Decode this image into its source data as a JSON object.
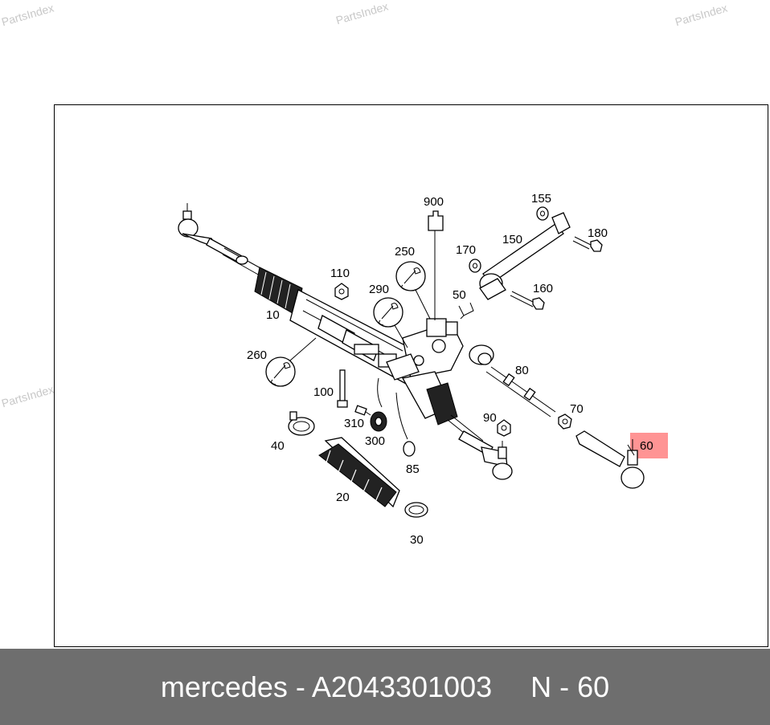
{
  "watermark": "PartsIndex",
  "callouts": {
    "c10": "10",
    "c20": "20",
    "c30": "30",
    "c40": "40",
    "c50": "50",
    "c60": "60",
    "c70": "70",
    "c80": "80",
    "c85": "85",
    "c90": "90",
    "c100": "100",
    "c110": "110",
    "c150": "150",
    "c155": "155",
    "c160": "160",
    "c170": "170",
    "c180": "180",
    "c250": "250",
    "c260": "260",
    "c290": "290",
    "c300": "300",
    "c310": "310",
    "c900": "900"
  },
  "highlighted_callout": "60",
  "highlight_color": "#ff3c3c",
  "footer": {
    "brand_part": "mercedes - A2043301003",
    "position": "N - 60"
  }
}
